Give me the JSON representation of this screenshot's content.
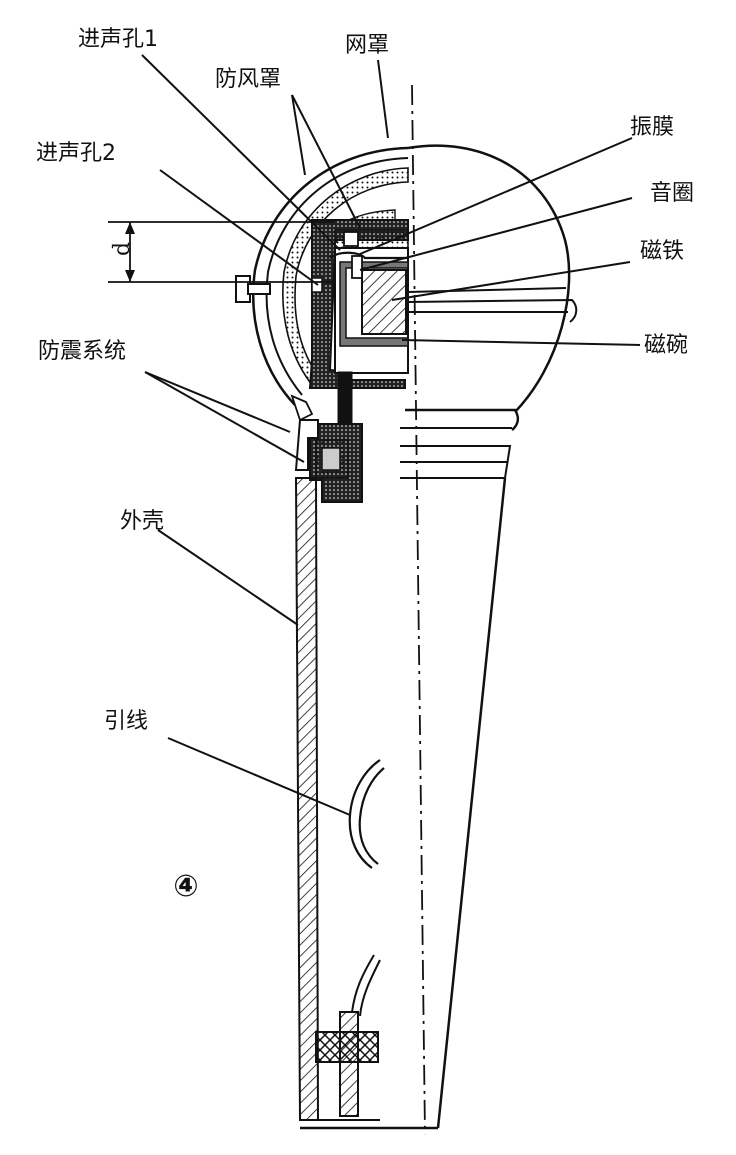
{
  "figure": {
    "number": "④",
    "labels": {
      "inlet_hole_1": "进声孔1",
      "windscreen": "防风罩",
      "mesh_cover": "网罩",
      "inlet_hole_2": "进声孔2",
      "diaphragm": "振膜",
      "voice_coil": "音圈",
      "magnet": "磁铁",
      "magnet_cup": "磁碗",
      "shock_mount": "防震系统",
      "outer_shell": "外壳",
      "lead_wire": "引线",
      "dimension_d": "d"
    }
  }
}
